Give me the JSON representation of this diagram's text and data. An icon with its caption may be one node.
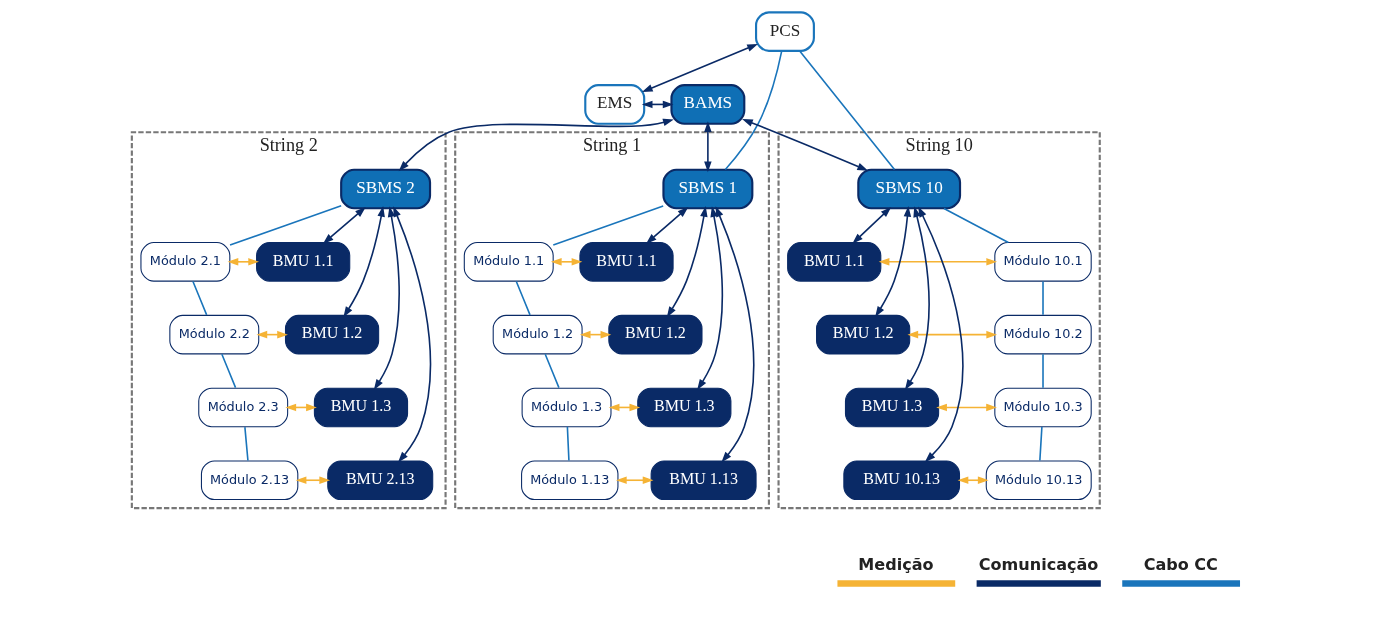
{
  "diagram": {
    "nodes": [
      {
        "text": [
          "PCS"
        ]
      },
      {
        "text": [
          "EMS"
        ]
      },
      {
        "text": [
          "BAMS"
        ]
      },
      {
        "text": [
          "String 1"
        ]
      },
      {
        "text": [
          "SBMS 1"
        ],
        "in": 3
      },
      {
        "text": [
          "Módulo 1.1"
        ],
        "in": 3
      },
      {
        "text": [
          "BMU 1.1"
        ],
        "in": 3
      },
      {
        "text": [
          "Módulo 1.2"
        ],
        "in": 3
      },
      {
        "text": [
          "BMU 1.2"
        ],
        "in": 3
      },
      {
        "text": [
          "Módulo 1.3"
        ],
        "in": 3
      },
      {
        "text": [
          "BMU 1.3"
        ],
        "in": 3
      },
      {
        "text": [
          "Módulo 1.13"
        ],
        "in": 3
      },
      {
        "text": [
          "BMU 1.13"
        ],
        "in": 3
      },
      {
        "text": [
          "String 2"
        ]
      },
      {
        "text": [
          "SBMS 2"
        ],
        "in": 13
      },
      {
        "text": [
          "Módulo 2.1"
        ],
        "in": 13
      },
      {
        "text": [
          "BMU 1.1"
        ],
        "in": 13
      },
      {
        "text": [
          "Módulo 2.2"
        ],
        "in": 13
      },
      {
        "text": [
          "BMU 1.2"
        ],
        "in": 13
      },
      {
        "text": [
          "Módulo 2.3"
        ],
        "in": 13
      },
      {
        "text": [
          "BMU 1.3"
        ],
        "in": 13
      },
      {
        "text": [
          "Módulo 2.13"
        ],
        "in": 13
      },
      {
        "text": [
          "BMU 2.13"
        ],
        "in": 13
      },
      {
        "text": [
          "String 10"
        ]
      },
      {
        "text": [
          "SBMS 10"
        ],
        "in": 23
      },
      {
        "text": [
          "BMU 1.1"
        ],
        "in": 23
      },
      {
        "text": [
          "Módulo 10.1"
        ],
        "in": 23
      },
      {
        "text": [
          "BMU 1.2"
        ],
        "in": 23
      },
      {
        "text": [
          "Módulo 10.2"
        ],
        "in": 23
      },
      {
        "text": [
          "BMU 1.3"
        ],
        "in": 23
      },
      {
        "text": [
          "Módulo 10.3"
        ],
        "in": 23
      },
      {
        "text": [
          "BMU 10.13"
        ],
        "in": 23
      },
      {
        "text": [
          "Módulo 10.13"
        ],
        "in": 23
      }
    ],
    "edges": [
      {
        "from": 0,
        "to": 1,
        "arrow": "both"
      },
      {
        "from": 1,
        "to": 2,
        "arrow": "both"
      },
      {
        "from": 2,
        "to": 4,
        "arrow": "both"
      },
      {
        "from": 2,
        "to": 14,
        "arrow": "both"
      },
      {
        "from": 2,
        "to": 24,
        "arrow": "both"
      },
      {
        "from": 0,
        "to": 4,
        "arrow": "none",
        "color": "#1a75bb"
      },
      {
        "from": 0,
        "to": 24,
        "arrow": "none",
        "color": "#1a75bb"
      },
      {
        "from": 4,
        "to": 5,
        "arrow": "none",
        "color": "#1a75bb"
      },
      {
        "from": 5,
        "to": 7,
        "arrow": "none",
        "color": "#1a75bb"
      },
      {
        "from": 7,
        "to": 9,
        "arrow": "none",
        "color": "#1a75bb"
      },
      {
        "from": 9,
        "to": 11,
        "arrow": "none",
        "color": "#1a75bb"
      },
      {
        "from": 5,
        "to": 6,
        "arrow": "both",
        "color": "#f5b335"
      },
      {
        "from": 7,
        "to": 8,
        "arrow": "both",
        "color": "#f5b335"
      },
      {
        "from": 9,
        "to": 10,
        "arrow": "both",
        "color": "#f5b335"
      },
      {
        "from": 11,
        "to": 12,
        "arrow": "both",
        "color": "#f5b335"
      },
      {
        "from": 6,
        "to": 4,
        "arrow": "both"
      },
      {
        "from": 8,
        "to": 4,
        "arrow": "both"
      },
      {
        "from": 10,
        "to": 4,
        "arrow": "both"
      },
      {
        "from": 12,
        "to": 4,
        "arrow": "both"
      },
      {
        "from": 14,
        "to": 15,
        "arrow": "none",
        "color": "#1a75bb"
      },
      {
        "from": 15,
        "to": 17,
        "arrow": "none",
        "color": "#1a75bb"
      },
      {
        "from": 17,
        "to": 19,
        "arrow": "none",
        "color": "#1a75bb"
      },
      {
        "from": 19,
        "to": 21,
        "arrow": "none",
        "color": "#1a75bb"
      },
      {
        "from": 15,
        "to": 16,
        "arrow": "both",
        "color": "#f5b335"
      },
      {
        "from": 17,
        "to": 18,
        "arrow": "both",
        "color": "#f5b335"
      },
      {
        "from": 19,
        "to": 20,
        "arrow": "both",
        "color": "#f5b335"
      },
      {
        "from": 21,
        "to": 22,
        "arrow": "both",
        "color": "#f5b335"
      },
      {
        "from": 16,
        "to": 14,
        "arrow": "both"
      },
      {
        "from": 18,
        "to": 14,
        "arrow": "both"
      },
      {
        "from": 20,
        "to": 14,
        "arrow": "both"
      },
      {
        "from": 22,
        "to": 14,
        "arrow": "both"
      },
      {
        "from": 24,
        "to": 26,
        "arrow": "none",
        "color": "#1a75bb"
      },
      {
        "from": 26,
        "to": 28,
        "arrow": "none",
        "color": "#1a75bb"
      },
      {
        "from": 28,
        "to": 30,
        "arrow": "none",
        "color": "#1a75bb"
      },
      {
        "from": 30,
        "to": 32,
        "arrow": "none",
        "color": "#1a75bb"
      },
      {
        "from": 25,
        "to": 26,
        "arrow": "both",
        "color": "#f5b335"
      },
      {
        "from": 27,
        "to": 28,
        "arrow": "both",
        "color": "#f5b335"
      },
      {
        "from": 29,
        "to": 30,
        "arrow": "both",
        "color": "#f5b335"
      },
      {
        "from": 31,
        "to": 32,
        "arrow": "both",
        "color": "#f5b335"
      },
      {
        "from": 25,
        "to": 24,
        "arrow": "both"
      },
      {
        "from": 27,
        "to": 24,
        "arrow": "both"
      },
      {
        "from": 29,
        "to": 24,
        "arrow": "both"
      },
      {
        "from": 31,
        "to": 24,
        "arrow": "both"
      }
    ],
    "legend": [
      {
        "text": "Medição",
        "color": "#f5b335"
      },
      {
        "text": "Comunicação",
        "color": "#0a2a66"
      },
      {
        "text": "Cabo CC",
        "color": "#1a75bb"
      }
    ]
  }
}
